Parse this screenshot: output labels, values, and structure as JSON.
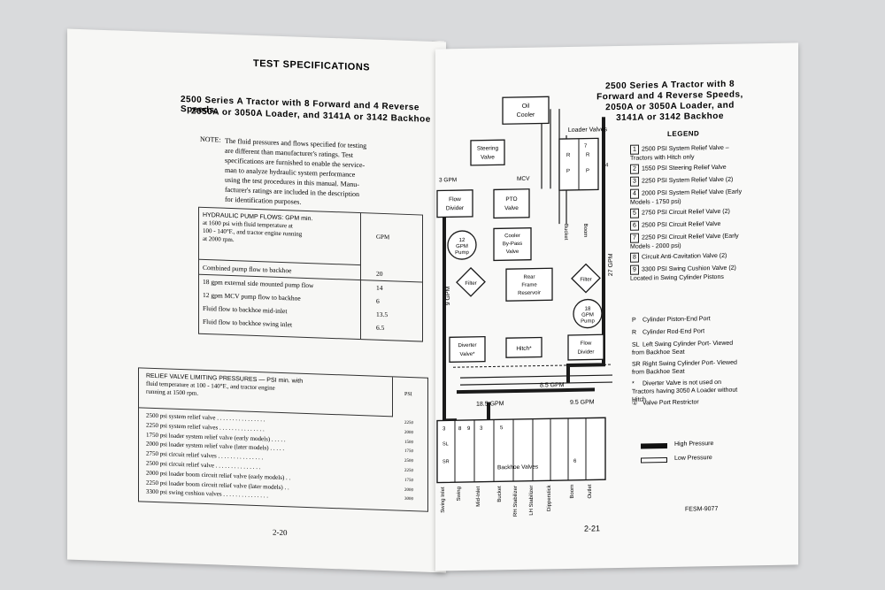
{
  "left": {
    "section_title": "TEST SPECIFICATIONS",
    "subtitle_line1": "2500 Series A Tractor with 8 Forward and 4 Reverse Speeds,",
    "subtitle_line2": "2050A or 3050A Loader, and 3141A or 3142 Backhoe",
    "note_label": "NOTE:",
    "note_lines": [
      "The fluid pressures and flows specified for testing",
      "are different than manufacturer's ratings. Test",
      "specifications are furnished to enable the service-",
      "man to analyze hydraulic system performance",
      "using the test procedures in this manual. Manu-",
      "facturer's ratings are included in the description",
      "for identification purposes."
    ],
    "pump_table": {
      "header_lines": [
        "HYDRAULIC PUMP FLOWS: GPM min.",
        "at 1600 psi with fluid temperature at",
        "100 - 140°F., and tractor engine running",
        "at 2000 rpm."
      ],
      "unit": "GPM",
      "rows": [
        {
          "label": "Combined pump flow to backhoe",
          "value": "20"
        },
        {
          "label": "18 gpm external side mounted pump flow",
          "value": "14"
        },
        {
          "label": "12 gpm MCV pump flow to backhoe",
          "value": "6"
        },
        {
          "label": "Fluid flow to backhoe mid-inlet",
          "value": "13.5"
        },
        {
          "label": "Fluid flow to backhoe swing inlet",
          "value": "6.5"
        }
      ]
    },
    "relief_table": {
      "header_lines": [
        "RELIEF VALVE LIMITING PRESSURES — PSI min. with",
        "fluid temperature at 100 - 140°F., and tractor engine",
        "running at 1500 rpm."
      ],
      "unit": "PSI",
      "rows": [
        {
          "label": "2500 psi system relief valve",
          "value": "2250"
        },
        {
          "label": "2250 psi system relief valves",
          "value": "2000"
        },
        {
          "label": "1750 psi loader system relief valve (early models)",
          "value": "1500"
        },
        {
          "label": "2000 psi loader system relief valve (later models)",
          "value": "1750"
        },
        {
          "label": "2750 psi circuit relief valves",
          "value": "2500"
        },
        {
          "label": "2500 psi circuit relief valve",
          "value": "2250"
        },
        {
          "label": "2000 psi loader boom circuit relief valve (early models)",
          "value": "1750"
        },
        {
          "label": "2250 psi loader boom circuit relief valve (later models)",
          "value": "2000"
        },
        {
          "label": "3300 psi swing cushion valves",
          "value": "3000"
        }
      ]
    },
    "page_number": "2-20"
  },
  "right": {
    "title_lines": [
      "2500 Series A Tractor with 8",
      "Forward and 4 Reverse Speeds,",
      "2050A or 3050A Loader, and",
      "3141A or 3142 Backhoe"
    ],
    "legend_title": "LEGEND",
    "legend": [
      {
        "num": "1",
        "text": "2500 PSI System Relief Valve – Tractors with Hitch only"
      },
      {
        "num": "2",
        "text": "1550 PSI Steering Relief Valve"
      },
      {
        "num": "3",
        "text": "2250 PSI System Relief Valve (2)"
      },
      {
        "num": "4",
        "text": "2000 PSI System Relief Valve (Early Models - 1750 psi)"
      },
      {
        "num": "5",
        "text": "2750 PSI Circuit Relief Valve (2)"
      },
      {
        "num": "6",
        "text": "2500 PSI Circuit Relief Valve"
      },
      {
        "num": "7",
        "text": "2250 PSI Circuit Relief Valve (Early Models - 2000 psi)"
      },
      {
        "num": "8",
        "text": "Circuit Anti-Cavitation Valve (2)"
      },
      {
        "num": "9",
        "text": "3300 PSI Swing Cushion Valve (2) Located in Swing Cylinder Pistons"
      }
    ],
    "legend_extra": [
      {
        "key": "P",
        "text": "Cylinder Piston-End Port"
      },
      {
        "key": "R",
        "text": "Cylinder Rod-End Port"
      },
      {
        "key": "SL",
        "text": "Left Swing Cylinder Port- Viewed from Backhoe Seat"
      },
      {
        "key": "SR",
        "text": "Right Swing Cylinder Port- Viewed from Backhoe Seat"
      },
      {
        "key": "*",
        "text": "Diverter Valve is not used on Tractors having 3050 A Loader without Hitch"
      },
      {
        "key": "①",
        "text": "Valve Port Restrictor"
      }
    ],
    "high_pressure": "High Pressure",
    "low_pressure": "Low Pressure",
    "diagram": {
      "oil_cooler": "Oil Cooler",
      "loader_valves": "Loader Valves",
      "steering_valve": "Steering Valve",
      "gpm3": "3 GPM",
      "mcv": "MCV",
      "flow_divider": "Flow Divider",
      "pto_valve": "PTO Valve",
      "pump12": "12 GPM Pump",
      "cooler_bypass": "Cooler By-Pass Valve",
      "filter": "Filter",
      "rear_frame": "Rear Frame Reservoir",
      "pump18": "18 GPM Pump",
      "gpm9": "9 GPM",
      "gpm27": "27 GPM",
      "diverter": "Diverter Valve*",
      "hitch": "Hitch*",
      "flow_divider2": "Flow Divider",
      "gpm85": "8.5 GPM",
      "gpm185": "18.5 GPM",
      "gpm95": "9.5 GPM",
      "bucket": "Bucket",
      "boom": "Boom",
      "backhoe_valves": "Backhoe Valves",
      "bottom_labels": [
        "Swing Inlet",
        "Swing",
        "Mid-Inlet",
        "Bucket",
        "RH Stabilizer",
        "LH Stabilizer",
        "Dipperstick",
        "Boom",
        "Outlet"
      ]
    },
    "fig_id": "FESM-9077",
    "page_number": "2-21"
  },
  "colors": {
    "paper": "#f7f7f5",
    "ink": "#1c1c1c",
    "background": "#d9dadc"
  }
}
